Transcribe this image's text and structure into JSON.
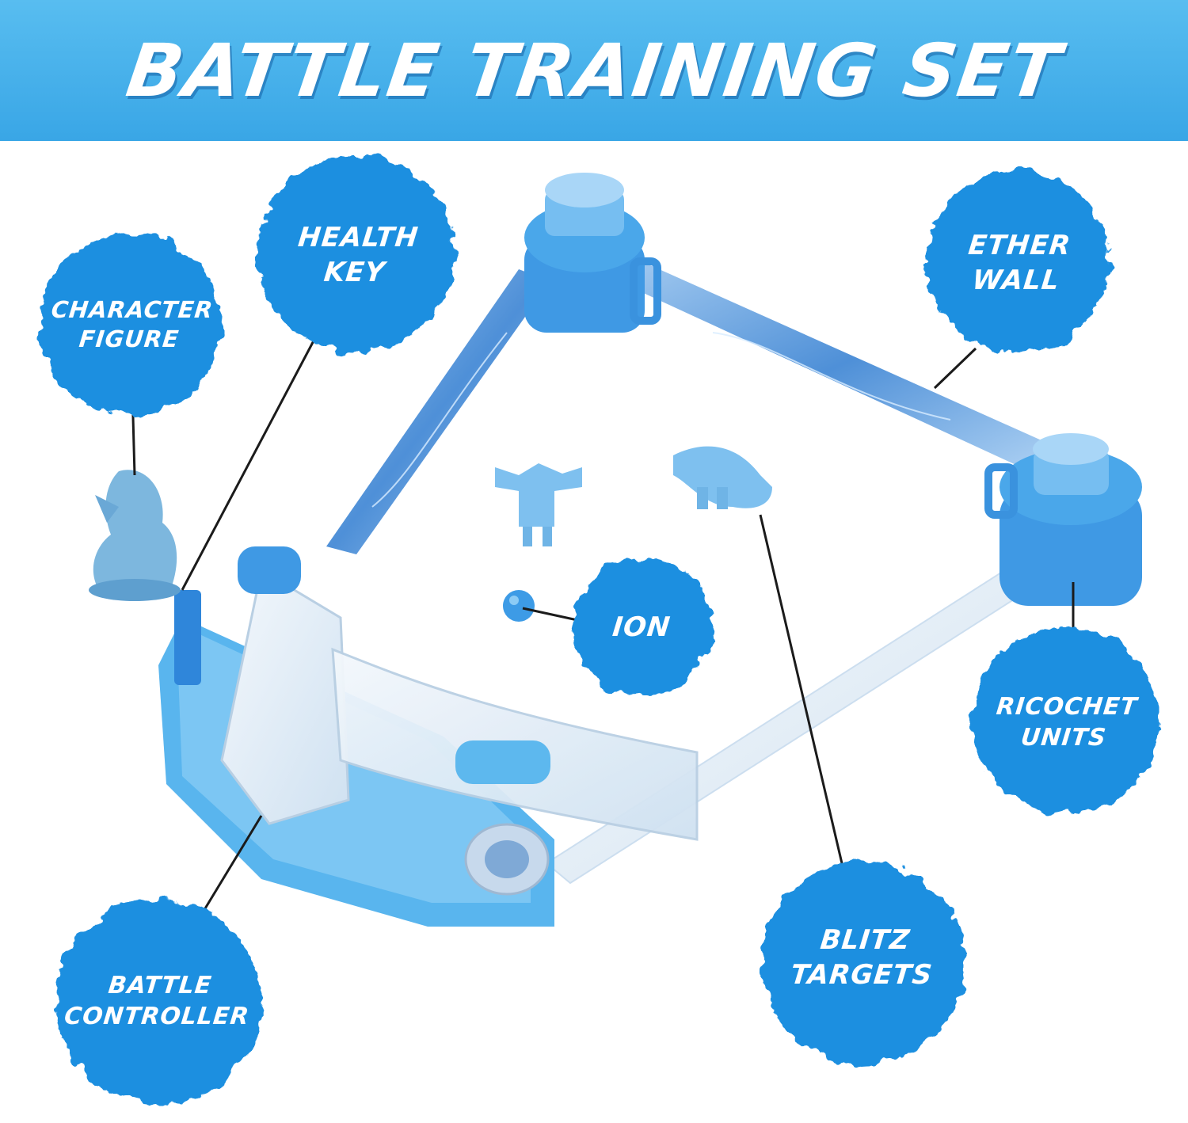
{
  "banner": {
    "title": "BATTLE TRAINING SET"
  },
  "colors": {
    "banner": "#45b0ea",
    "bubble": "#1d8fe0",
    "part_blue": "#5db8ee",
    "wall_blue": "#3d86d2",
    "clear_part": "#dce9f4"
  },
  "labels": {
    "character_figure": [
      "CHARACTER",
      "FIGURE"
    ],
    "health_key": [
      "HEALTH",
      "KEY"
    ],
    "ether_wall": [
      "ETHER",
      "WALL"
    ],
    "ion": [
      "ION"
    ],
    "ricochet_units": [
      "RICOCHET",
      "UNITS"
    ],
    "battle_controller": [
      "BATTLE",
      "CONTROLLER"
    ],
    "blitz_targets": [
      "BLITZ",
      "TARGETS"
    ]
  }
}
